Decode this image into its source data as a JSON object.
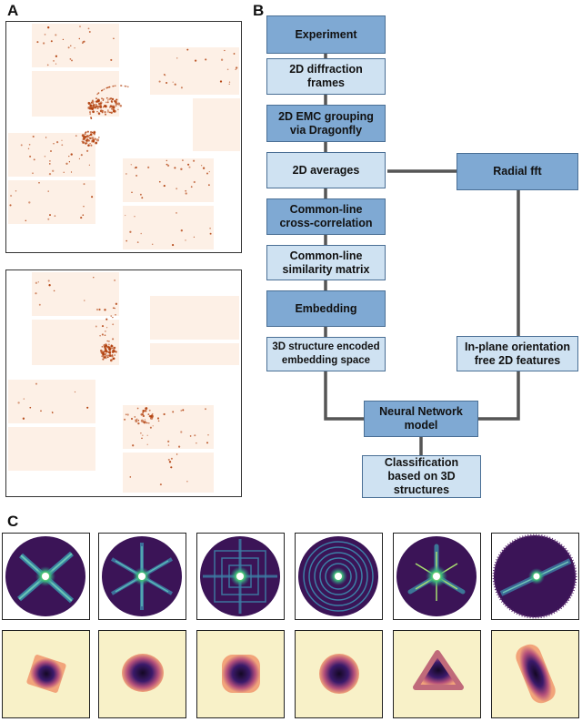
{
  "panels": {
    "a": "A",
    "b": "B",
    "c": "C"
  },
  "flowchart": {
    "experiment": "Experiment",
    "frames": [
      "2D diffraction",
      "frames"
    ],
    "emc": [
      "2D EMC grouping",
      "via Dragonfly"
    ],
    "averages": "2D averages",
    "cross_corr": [
      "Common-line",
      "cross-correlation"
    ],
    "similarity": [
      "Common-line",
      "similarity matrix"
    ],
    "embedding": "Embedding",
    "structure_space": [
      "3D structure encoded",
      "embedding space"
    ],
    "radial_fft": "Radial fft",
    "inplane": [
      "In-plane orientation",
      "free 2D features"
    ],
    "nn": [
      "Neural Network",
      "model"
    ],
    "classification": [
      "Classification",
      "based on 3D",
      "structures"
    ]
  },
  "colors": {
    "node_dark": "#7fa9d3",
    "node_light": "#cfe2f2",
    "connector": "#555555",
    "detector_tile": "#fdf0e6",
    "speckle": "#b2410e",
    "diffraction_bg": "#3b1457",
    "real_space_bg": "#f8f1c8"
  }
}
